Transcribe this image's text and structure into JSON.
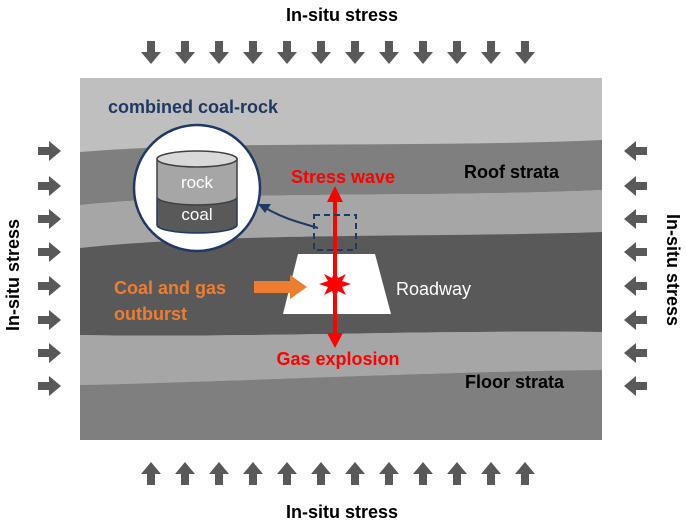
{
  "labels": {
    "top_stress": "In-situ stress",
    "bottom_stress": "In-situ stress",
    "left_stress": "In-situ stress",
    "right_stress": "In-situ stress",
    "combined": "combined coal-rock",
    "rock": "rock",
    "coal": "coal",
    "roof": "Roof strata",
    "floor": "Floor strata",
    "roadway": "Roadway",
    "stress_wave": "Stress wave",
    "gas_explosion": "Gas explosion",
    "outburst_line1": "Coal and gas",
    "outburst_line2": "outburst"
  },
  "colors": {
    "stress_arrow": "#595959",
    "stratum_light": "#bfbfbf",
    "stratum_mid": "#a6a6a6",
    "stratum_dark": "#595959",
    "stratum_medium_dark": "#7f7f7f",
    "explosion_red": "#ff0000",
    "outburst_orange": "#ed7d31",
    "navy": "#1f3864",
    "roadway_fill": "#ffffff"
  }
}
